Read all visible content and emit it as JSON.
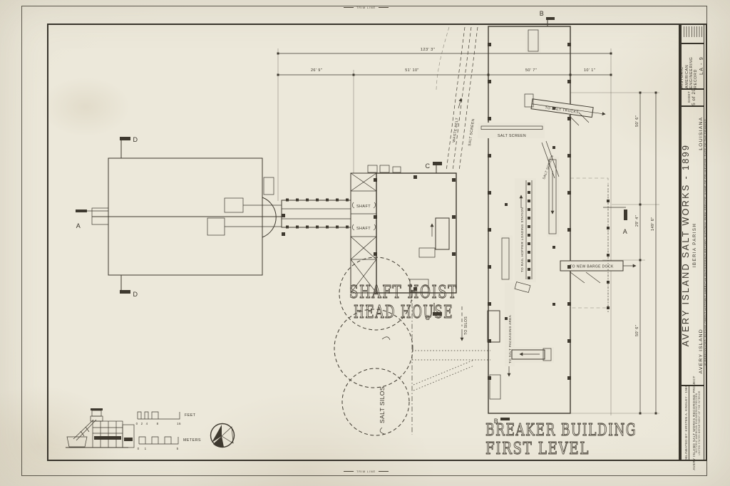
{
  "trim": {
    "top": "TRIM LINE",
    "bottom": "TRIM LINE"
  },
  "titles": {
    "head_house_1": "SHAFT HOIST",
    "head_house_2": "HEAD HOUSE",
    "breaker_1": "BREAKER BUILDING",
    "breaker_2": "FIRST LEVEL"
  },
  "labels": {
    "shaft_a": "SHAFT",
    "shaft_b": "SHAFT",
    "salt_silos": "SALT SILOS",
    "to_silos": "TO SILOS",
    "waste_belt": "WASTE BELT",
    "salt_screen_left": "SALT SCREEN",
    "salt_screen_bar": "SALT SCREEN",
    "salt_screen_right": "SALT SCREEN",
    "to_salt_trucks": "TO SALT TRUCKS",
    "to_rail_hopper": "TO RAIL HOPPER LOADING STATION",
    "to_salt_packaging": "TO SALT PACKAGING AREA",
    "to_new_barge_dock": "TO NEW BARGE DOCK"
  },
  "markers": {
    "a_left": "A",
    "a_right": "A",
    "b_top": "B",
    "b_bottom": "B",
    "c_top": "C",
    "c_bottom": "C",
    "d_top": "D",
    "d_bottom": "D"
  },
  "dims": {
    "total_top": "123' 3\"",
    "seg1": "26' 9\"",
    "seg2": "51' 10\"",
    "seg3": "50' 7\"",
    "seg4": "10' 1\"",
    "right1": "50' 6\"",
    "right2": "29' 4\"",
    "right3": "50' 6\"",
    "right_total": "149' 6\""
  },
  "scalebar": {
    "feet": "FEET",
    "meters": "METERS",
    "f0": "0",
    "f2": "2",
    "f4": "4",
    "f8": "8",
    "f16": "16",
    "m0": "0",
    "m1": "1",
    "m5": "5"
  },
  "title_block": {
    "agency_line1": "HISTORIC AMERICAN",
    "agency_line2": "ENGINEERING RECORD",
    "record_no": "LA - 9",
    "sheet_label": "SHEET",
    "sheet_no": "5 of 20",
    "structure_name": "AVERY ISLAND SALT WORKS  -  1899",
    "parish": "IBERIA PARISH",
    "location": "AVERY ISLAND",
    "state": "LOUISIANA",
    "credit_line": "IF REPRODUCED, PLEASE CREDIT HISTORIC AMERICAN ENGINEERING RECORD, NATIONAL PARK SERVICE, NAME OF DELINEATOR, DATE OF THE DRAWING",
    "delineator": "DELINEATED BY: KIRSTEN A. KINSLEY - 1989",
    "project": "AVERY ISLAND SALT WORKS RECORDING PROJECT",
    "project_sub1": "HISTORIC AMERICAN ENGINEERING RECORD",
    "project_sub2": "UNITED STATES DEPARTMENT OF THE INTERIOR"
  },
  "ink": "#3e392f",
  "paper": "#e9e5d7"
}
